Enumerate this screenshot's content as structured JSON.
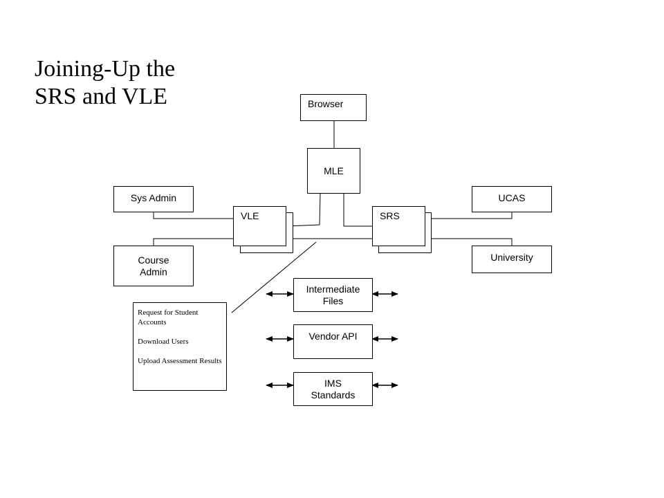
{
  "title": "Joining-Up the\nSRS and VLE",
  "nodes": {
    "browser": "Browser",
    "mle": "MLE",
    "sys_admin": "Sys Admin",
    "course_admin": "Course\nAdmin",
    "vle": "VLE",
    "srs": "SRS",
    "ucas": "UCAS",
    "university": "University"
  },
  "integration_methods": {
    "intermediate_files": "Intermediate\nFiles",
    "vendor_api": "Vendor API",
    "ims_standards": "IMS\nStandards"
  },
  "note": {
    "items": [
      "Request for Student Accounts",
      "Download Users",
      "Upload Assessment Results"
    ]
  }
}
